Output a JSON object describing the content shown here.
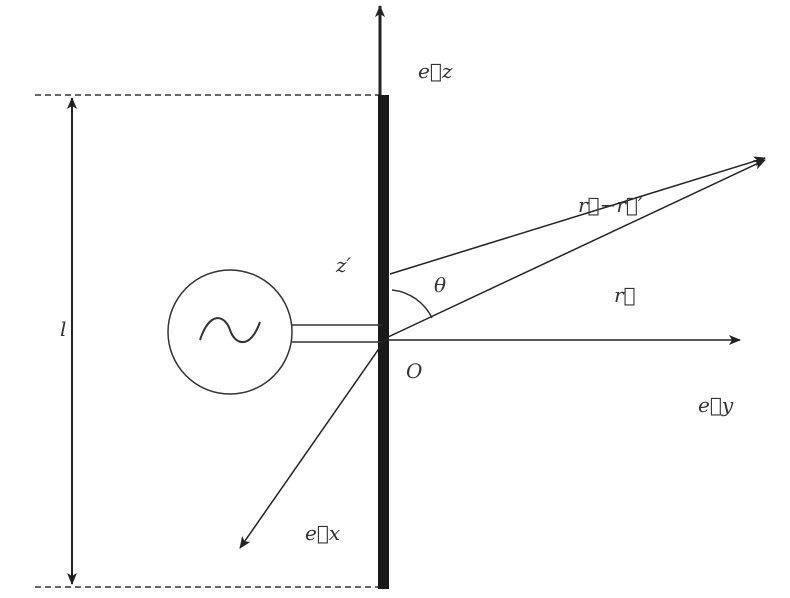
{
  "labels": {
    "ez": "e⃗z",
    "ey": "e⃗y",
    "ex": "e⃗x",
    "r_minus_rp": "r⃗−r⃗′",
    "r": "r⃗",
    "theta": "θ",
    "zp": "z′",
    "l": "l",
    "origin": "O",
    "source": "~"
  }
}
